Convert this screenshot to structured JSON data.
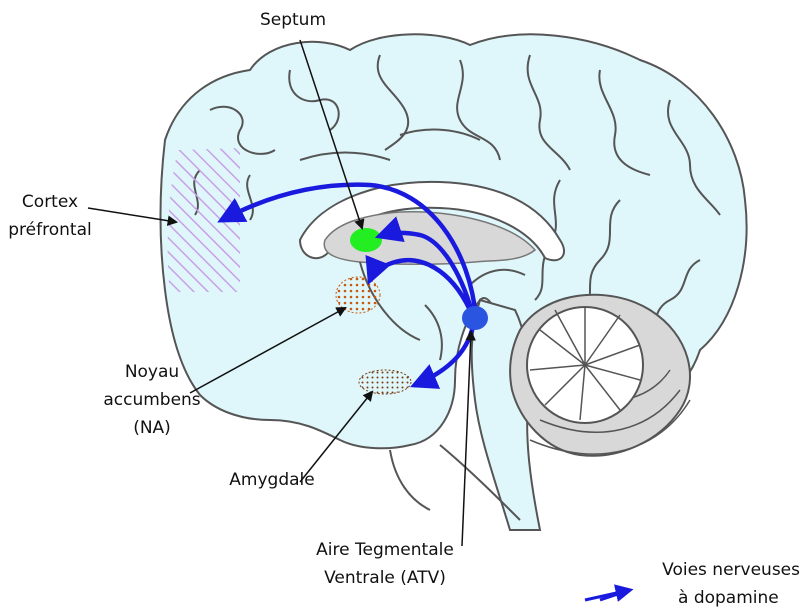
{
  "labels": {
    "septum": "Septum",
    "cortex_line1": "Cortex",
    "cortex_line2": "préfrontal",
    "noyau_line1": "Noyau",
    "noyau_line2": "accumbens",
    "noyau_line3": "(NA)",
    "amygdale": "Amygdale",
    "atv_line1": "Aire Tegmentale",
    "atv_line2": "Ventrale (ATV)"
  },
  "legend": {
    "line1": "Voies nerveuses",
    "line2": "à dopamine"
  },
  "colors": {
    "brain_fill": "#dff7fb",
    "brain_outline": "#555555",
    "pathway": "#1a1adf",
    "atv_dot": "#2a55e0",
    "septum": "#22ee22",
    "cortex_hatch": "#c9a0e8",
    "nucleus_dots": "#c85a10",
    "cerebellum_fill": "#ffffff",
    "brainstem_fill": "#d8d8d8"
  }
}
